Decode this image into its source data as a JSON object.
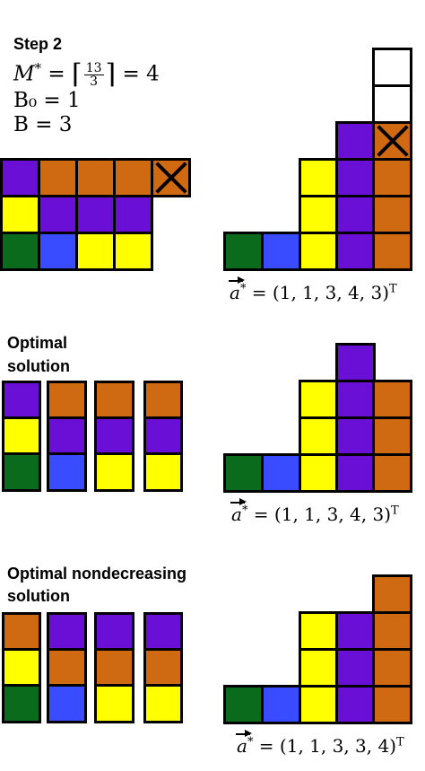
{
  "colors": {
    "green": "#0b6b1c",
    "blue": "#3a4cff",
    "yellow": "#ffff00",
    "purple": "#6a0fd6",
    "orange": "#d06a12",
    "white": "#ffffff",
    "border": "#000000"
  },
  "step2": {
    "title": "Step 2",
    "m_star": "M* = ⌈13/3⌉ = 4",
    "m_star_lhs": "M",
    "m_star_sup": "*",
    "frac_num": "13",
    "frac_den": "3",
    "m_star_rhs": "= 4",
    "b0": "B₀ = 1",
    "b": "B = 3",
    "crossed_cell_icon": "cross-icon",
    "vector": "(1, 1, 3, 4, 3)",
    "vector_sup": "T"
  },
  "optimal": {
    "title_line1": "Optimal",
    "title_line2": "solution",
    "vector": "(1, 1, 3, 4, 3)",
    "vector_sup": "T"
  },
  "nondecreasing": {
    "title_line1": "Optimal nondecreasing",
    "title_line2": "solution",
    "vector": "(1, 1, 3, 3, 4)",
    "vector_sup": "T"
  },
  "vector_symbol": "a",
  "vector_star": "*",
  "vector_equals": "="
}
